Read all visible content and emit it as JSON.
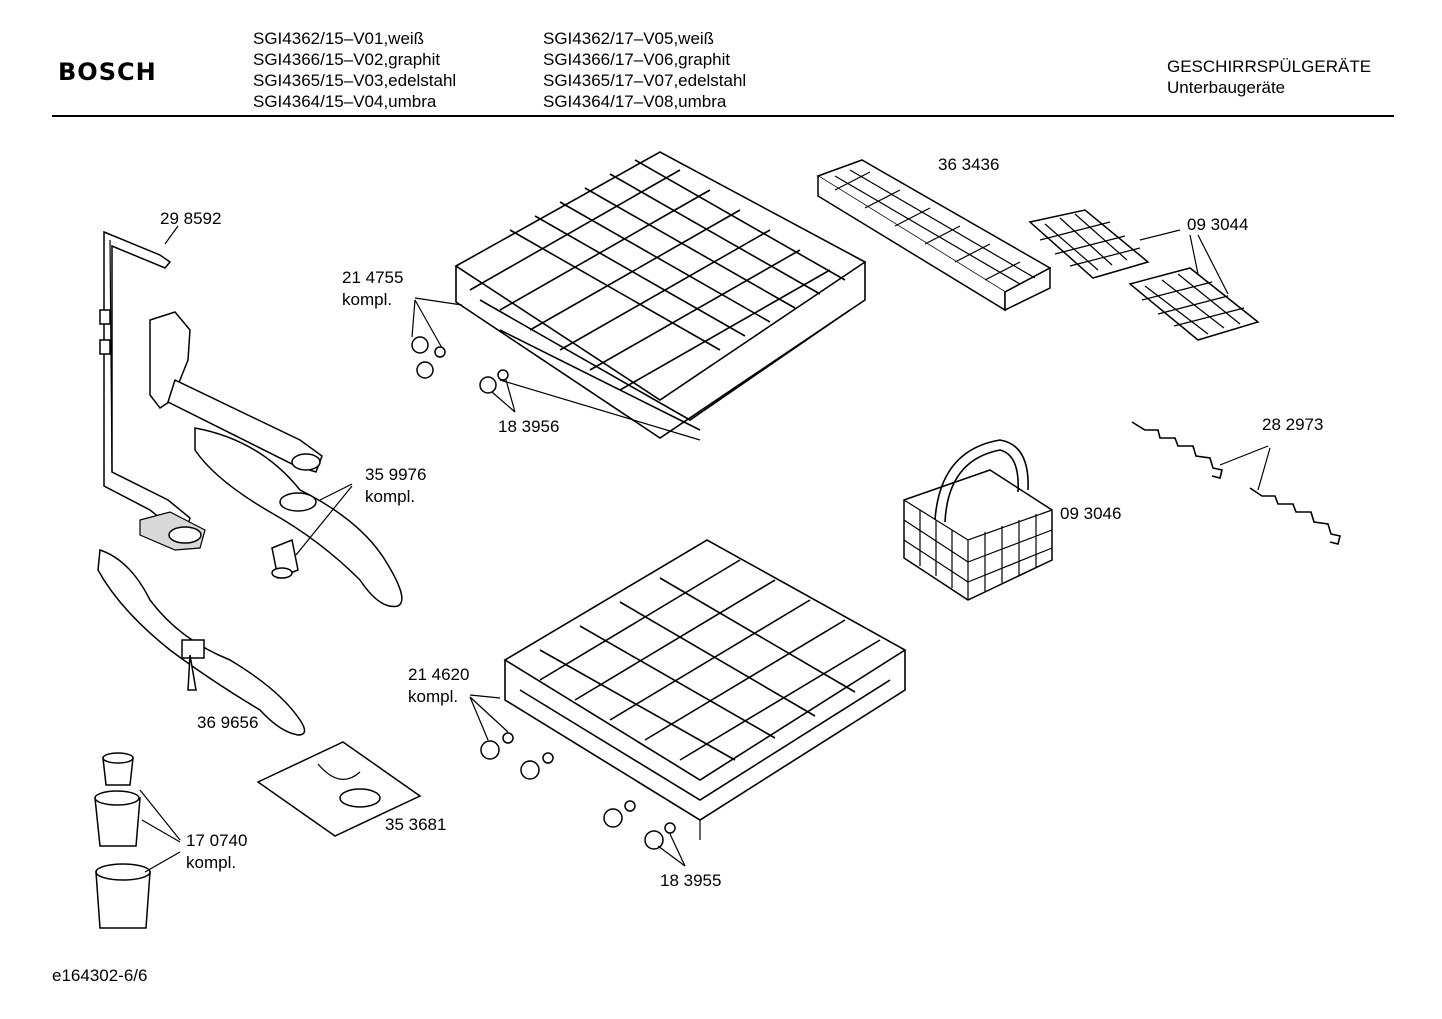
{
  "header": {
    "brand": "BOSCH",
    "models_col1": [
      "SGI4362/15–V01,weiß",
      "SGI4366/15–V02,graphit",
      "SGI4365/15–V03,edelstahl",
      "SGI4364/15–V04,umbra"
    ],
    "models_col2": [
      "SGI4362/17–V05,weiß",
      "SGI4366/17–V06,graphit",
      "SGI4365/17–V07,edelstahl",
      "SGI4364/17–V08,umbra"
    ],
    "category": "GESCHIRRSPÜLGERÄTE",
    "subcategory": "Unterbaugeräte"
  },
  "parts": {
    "p298592": "29 8592",
    "p214755": "21 4755",
    "p214755_note": "kompl.",
    "p183956": "18 3956",
    "p363436": "36 3436",
    "p093044": "09 3044",
    "p282973": "28 2973",
    "p359976": "35 9976",
    "p359976_note": "kompl.",
    "p093046": "09 3046",
    "p369656": "36 9656",
    "p214620": "21 4620",
    "p214620_note": "kompl.",
    "p353681": "35 3681",
    "p170740": "17 0740",
    "p170740_note": "kompl.",
    "p183955": "18 3955"
  },
  "footer": {
    "code": "e164302-6/6"
  }
}
